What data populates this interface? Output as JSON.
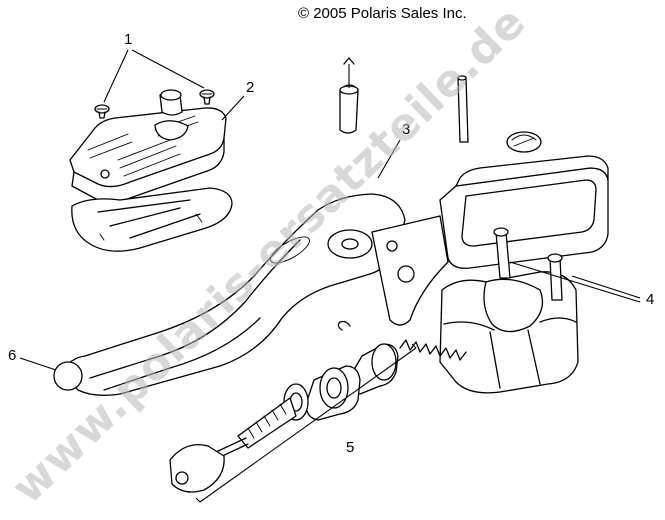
{
  "copyright": "© 2005 Polaris Sales Inc.",
  "watermark": "www.polaris-ersatzteile.de",
  "callouts": [
    {
      "id": "1",
      "part": "screws"
    },
    {
      "id": "2",
      "part": "reservoir-cover"
    },
    {
      "id": "3",
      "part": "pivot-bushing"
    },
    {
      "id": "4",
      "part": "clamp-bolts"
    },
    {
      "id": "5",
      "part": "piston-kit"
    },
    {
      "id": "6",
      "part": "brake-lever"
    }
  ],
  "colors": {
    "line": "#000000",
    "watermark": "#b8b8b8",
    "background": "#ffffff"
  }
}
